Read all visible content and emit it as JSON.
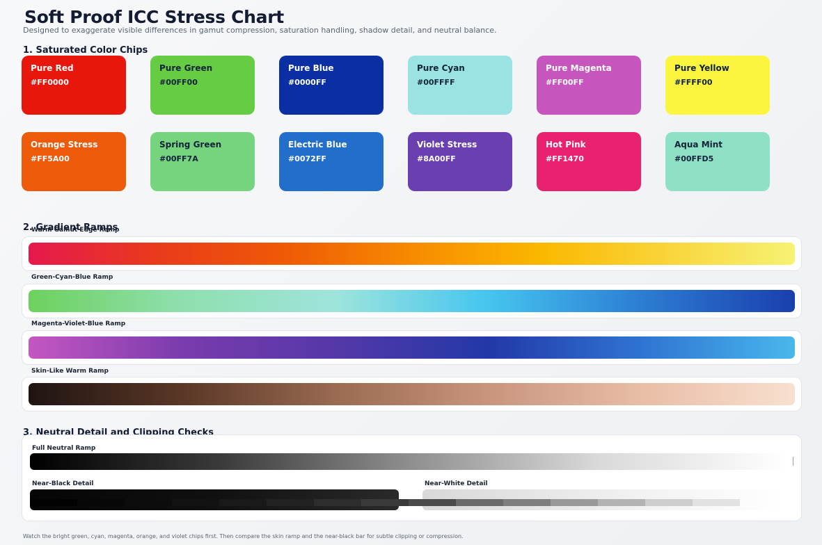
{
  "header": {
    "title": "Soft Proof ICC Stress Chart",
    "subtitle": "Designed to exaggerate visible differences in gamut compression, saturation handling, shadow detail, and neutral balance."
  },
  "sections": {
    "chips_title": "1. Saturated Color Chips",
    "ramps_title": "2. Gradient Ramps",
    "neutral_title": "3. Neutral Detail and Clipping Checks"
  },
  "chips": [
    {
      "name": "Pure Red",
      "hex": "#FF0000",
      "display": "#e8170c",
      "text": "light"
    },
    {
      "name": "Pure Green",
      "hex": "#00FF00",
      "display": "#66cc44",
      "text": "dark"
    },
    {
      "name": "Pure Blue",
      "hex": "#0000FF",
      "display": "#0a2fa3",
      "text": "light"
    },
    {
      "name": "Pure Cyan",
      "hex": "#00FFFF",
      "display": "#9ae3e2",
      "text": "dark"
    },
    {
      "name": "Pure Magenta",
      "hex": "#FF00FF",
      "display": "#c656bd",
      "text": "light"
    },
    {
      "name": "Pure Yellow",
      "hex": "#FFFF00",
      "display": "#fbf53f",
      "text": "dark"
    },
    {
      "name": "Orange Stress",
      "hex": "#FF5A00",
      "display": "#ec5a0a",
      "text": "light"
    },
    {
      "name": "Spring Green",
      "hex": "#00FF7A",
      "display": "#76d47e",
      "text": "dark"
    },
    {
      "name": "Electric Blue",
      "hex": "#0072FF",
      "display": "#226ecb",
      "text": "light"
    },
    {
      "name": "Violet Stress",
      "hex": "#8A00FF",
      "display": "#6a3fb0",
      "text": "light"
    },
    {
      "name": "Hot Pink",
      "hex": "#FF1470",
      "display": "#e8226e",
      "text": "light"
    },
    {
      "name": "Aqua Mint",
      "hex": "#00FFD5",
      "display": "#8fe1c6",
      "text": "dark"
    }
  ],
  "ramps": [
    {
      "label": "Warm Gamut Edge Ramp",
      "stops": [
        "#e5194d",
        "#e93a1c",
        "#ef5a06",
        "#f78a00",
        "#fbb700",
        "#f9d53a",
        "#f6f274"
      ]
    },
    {
      "label": "Green-Cyan-Blue Ramp",
      "stops": [
        "#6dd15e",
        "#8fdfae",
        "#9ee4dc",
        "#45c5ef",
        "#2c7dd3",
        "#1a3fad"
      ]
    },
    {
      "label": "Magenta-Violet-Blue Ramp",
      "stops": [
        "#c557c2",
        "#7a3bad",
        "#5538a8",
        "#2238a8",
        "#2f74d2",
        "#49b7ec"
      ]
    },
    {
      "label": "Skin-Like Warm Ramp",
      "stops": [
        "#1f1412",
        "#5a3726",
        "#9a6a52",
        "#c9957f",
        "#e9bda6",
        "#f8e0cf"
      ]
    }
  ],
  "neutral": {
    "full_label": "Full Neutral Ramp",
    "near_black_label": "Near-Black Detail",
    "near_white_label": "Near-White Detail",
    "near_black_steps": [
      "#020202",
      "#070707",
      "#0c0c0c",
      "#121212",
      "#191919",
      "#222222",
      "#2d2d2d",
      "#3a3a3a"
    ],
    "near_white_steps": [
      "#4a4a4a",
      "#6a6a6a",
      "#7e7e7e",
      "#999999",
      "#b3b3b3",
      "#cdcdcd",
      "#e2e2e2"
    ]
  },
  "footer": "Watch the bright green, cyan, magenta, orange, and violet chips first. Then compare the skin ramp and the near-black bar for subtle clipping or compression."
}
